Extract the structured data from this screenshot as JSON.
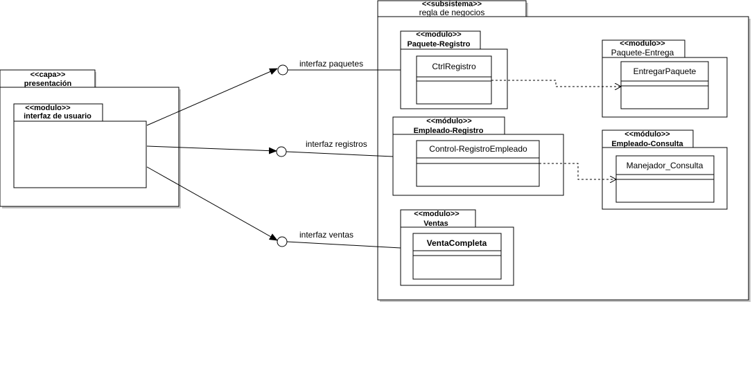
{
  "presentation": {
    "stereotype": "<<capa>>",
    "name": "presentación",
    "module": {
      "stereotype": "<<modulo>>",
      "name": "interfaz de usuario"
    }
  },
  "subsystem": {
    "stereotype": "<<subsistema>>",
    "name": "regla de negocios",
    "packages": [
      {
        "stereotype": "<<modulo>>",
        "name": "Paquete-Registro",
        "class": "CtrlRegistro"
      },
      {
        "stereotype": "<<modulo>>",
        "name": "Paquete-Entrega",
        "class": "EntregarPaquete"
      },
      {
        "stereotype": "<<módulo>>",
        "name": "Empleado-Registro",
        "class": "Control-RegistroEmpleado"
      },
      {
        "stereotype": "<<módulo>>",
        "name": "Empleado-Consulta",
        "class": "Manejador_Consulta"
      },
      {
        "stereotype": "<<modulo>>",
        "name": "Ventas",
        "class": "VentaCompleta"
      }
    ]
  },
  "interfaces": [
    {
      "label": "interfaz paquetes"
    },
    {
      "label": "interfaz registros"
    },
    {
      "label": "interfaz ventas"
    }
  ],
  "colors": {
    "line": "#000000",
    "background": "#ffffff",
    "shadow": "#555555"
  }
}
